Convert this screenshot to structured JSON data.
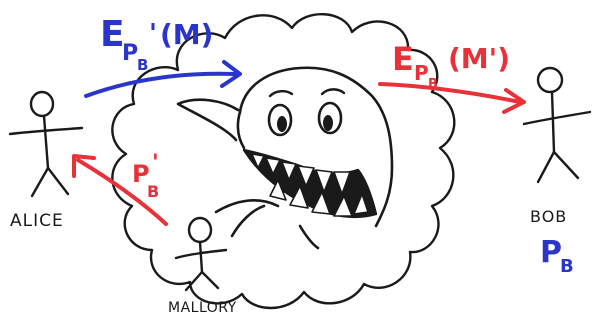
{
  "colors": {
    "ink": "#1a1a1a",
    "blue": "#2a35c9",
    "red": "#e8323a"
  },
  "labels": {
    "alice": "ALICE",
    "bob": "BOB",
    "mallory": "MALLORY",
    "bob_key": "P",
    "bob_key_sub": "B"
  },
  "arrows": {
    "blue_main": "E",
    "blue_sub": "P",
    "blue_subsub": "B",
    "blue_prime": "'",
    "blue_arg": "(M)",
    "red_main": "E",
    "red_sub": "P",
    "red_subsub": "B",
    "red_arg": "(M')",
    "mallory_key": "P",
    "mallory_key_prime": "'",
    "mallory_key_sub": "B"
  },
  "icons": {
    "alice": "stick-figure",
    "bob": "stick-figure",
    "mallory": "stick-figure",
    "cloud": "cloud",
    "shark": "shark"
  }
}
